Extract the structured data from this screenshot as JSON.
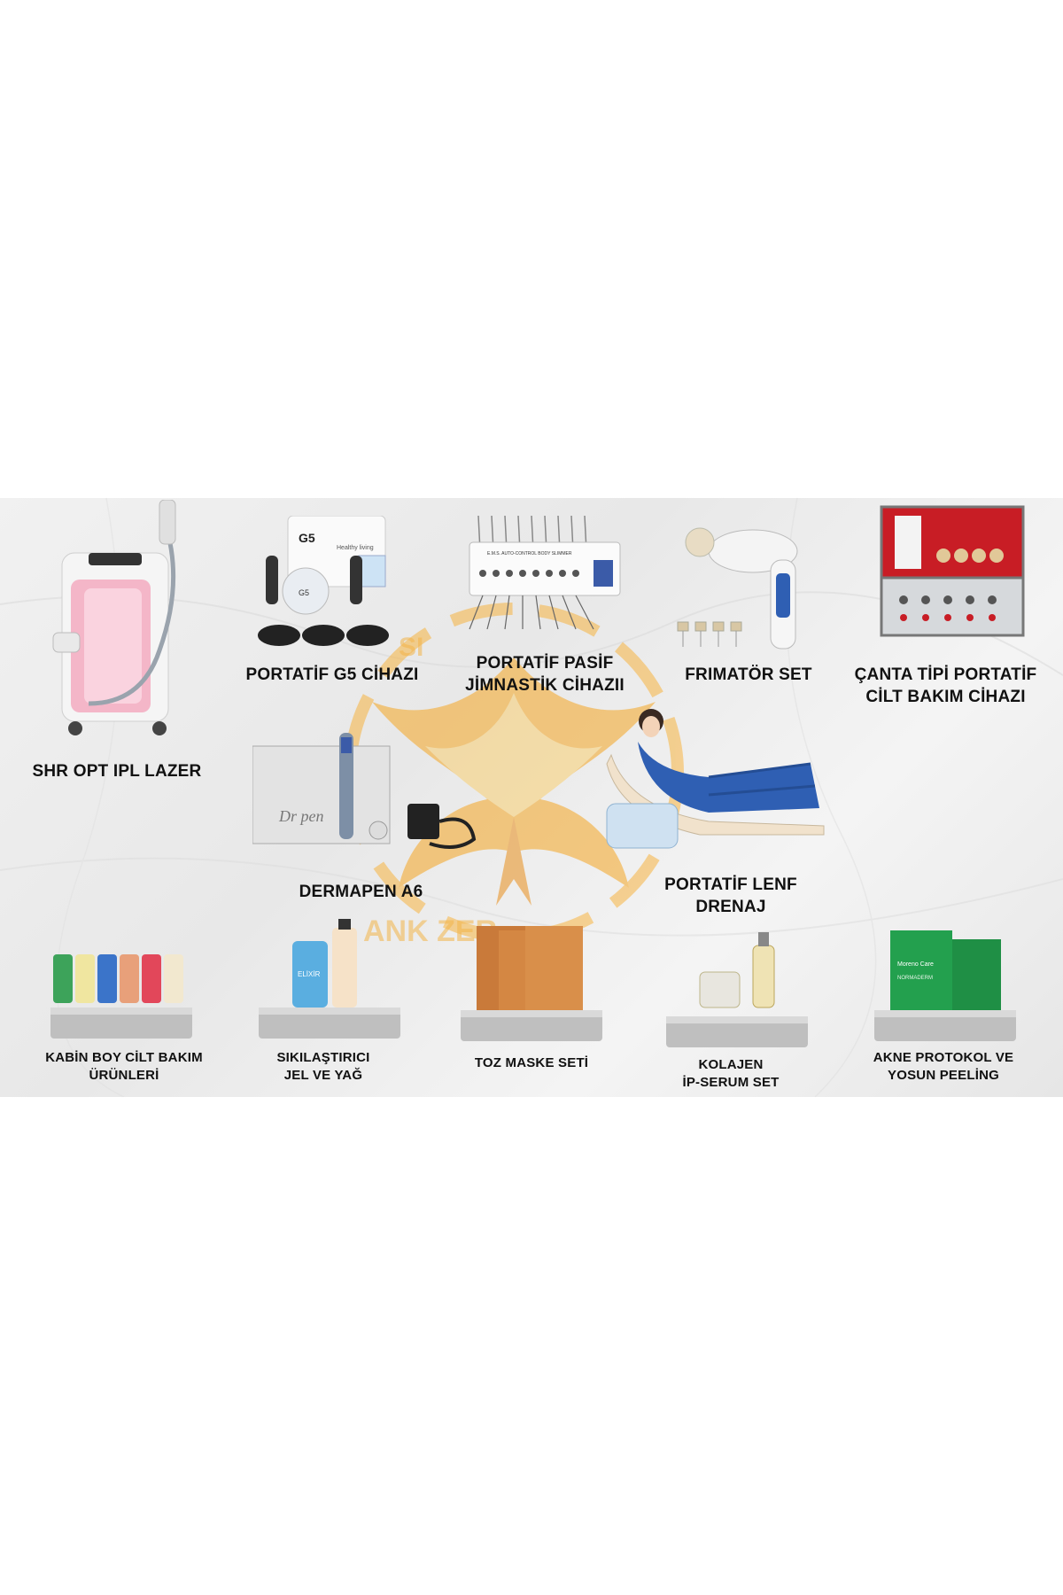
{
  "products": {
    "shr_opt_ipl_lazer": "SHR OPT IPL LAZER",
    "portatif_g5": "PORTATİF G5 CİHAZI",
    "portatif_pasif_line1": "PORTATİF PASİF",
    "portatif_pasif_line2": "JİMNASTİK CİHAZII",
    "frimator": "FRIMATÖR SET",
    "canta_line1": "ÇANTA TİPİ PORTATİF",
    "canta_line2": "CİLT BAKIM CİHAZI",
    "dermapen": "DERMAPEN A6",
    "lenf_line1": "PORTATİF LENF",
    "lenf_line2": "DRENAJ",
    "kabin_line1": "KABİN BOY CİLT BAKIM",
    "kabin_line2": "ÜRÜNLERİ",
    "sikilastirici_line1": "SIKILAŞTIRICI",
    "sikilastirici_line2": "JEL VE YAĞ",
    "toz_maske": "TOZ MASKE SETİ",
    "kolajen_line1": "KOLAJEN",
    "kolajen_line2": "İP-SERUM SET",
    "akne_line1": "AKNE PROTOKOL VE",
    "akne_line2": "YOSUN PEELİNG"
  },
  "product_text": {
    "g5_box_brand": "G5",
    "g5_box_sub": "Healthy living",
    "g5_head_brand": "G5",
    "pasif_device_text": "E.M.S. AUTO-CONTROL BODY SLIMMER",
    "dermapen_box_text": "Dr pen",
    "elixir_label": "ELİXİR",
    "akne_box_brand": "Moreno Care",
    "akne_box_line": "NORMADERM"
  },
  "watermark": {
    "text_top": "SI",
    "text_bottom": "ANK ZER"
  },
  "colors": {
    "accent_orange": "#f5a623",
    "pink": "#f4b6c8",
    "blue": "#2f5fb3"
  }
}
